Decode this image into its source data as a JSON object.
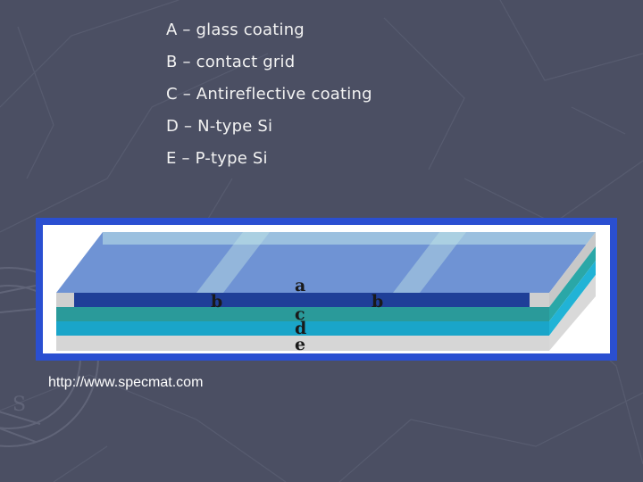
{
  "slide": {
    "legend": [
      "A – glass coating",
      "B – contact grid",
      "C – Antireflective coating",
      "D – N-type Si",
      "E – P-type Si"
    ],
    "source_url": "http://www.specmat.com"
  },
  "diagram": {
    "labels": {
      "a": "a",
      "b": "b",
      "c": "c",
      "d": "d",
      "e": "e"
    },
    "colors": {
      "frame": "#2a4fd1",
      "glass": "#6f93d4",
      "grid": "#1f3f98",
      "antireflective": "#2a9a9a",
      "n_type": "#1aa5c9",
      "p_type": "#d6d6d6"
    }
  },
  "theme": {
    "background": "#4b4f63",
    "text": "#f2f2f2"
  }
}
